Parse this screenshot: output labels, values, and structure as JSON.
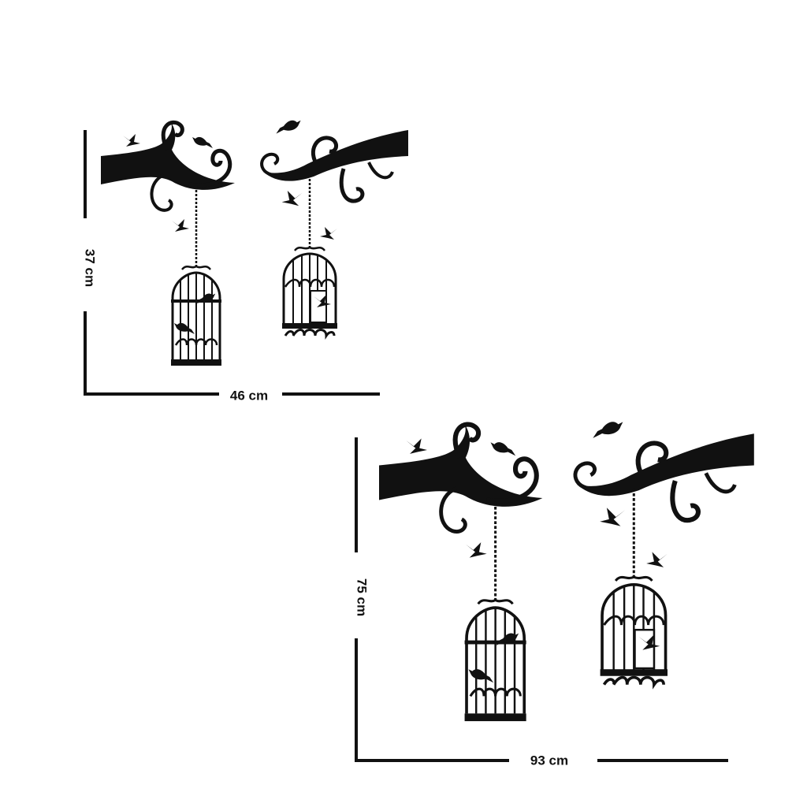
{
  "small_decal": {
    "height_label": "37 cm",
    "width_label": "46 cm"
  },
  "large_decal": {
    "height_label": "75 cm",
    "width_label": "93 cm"
  },
  "colors": {
    "ink": "#111111",
    "background": "#ffffff"
  }
}
